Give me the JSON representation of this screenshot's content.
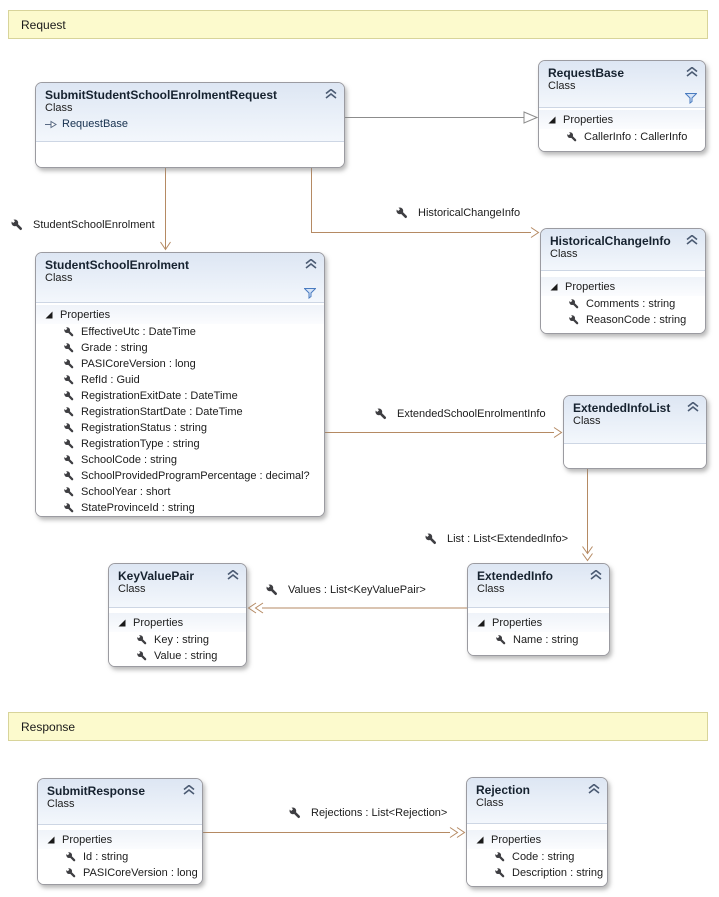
{
  "bands": {
    "request": "Request",
    "response": "Response"
  },
  "labels": {
    "properties": "Properties"
  },
  "classes": {
    "submitRequest": {
      "title": "SubmitStudentSchoolEnrolmentRequest",
      "kind": "Class",
      "inherits": "RequestBase"
    },
    "requestBase": {
      "title": "RequestBase",
      "kind": "Class",
      "properties": [
        "CallerInfo : CallerInfo"
      ]
    },
    "historicalChangeInfo": {
      "title": "HistoricalChangeInfo",
      "kind": "Class",
      "properties": [
        "Comments : string",
        "ReasonCode : string"
      ]
    },
    "studentSchoolEnrolment": {
      "title": "StudentSchoolEnrolment",
      "kind": "Class",
      "properties": [
        "EffectiveUtc : DateTime",
        "Grade : string",
        "PASICoreVersion : long",
        "RefId : Guid",
        "RegistrationExitDate : DateTime",
        "RegistrationStartDate : DateTime",
        "RegistrationStatus : string",
        "RegistrationType : string",
        "SchoolCode : string",
        "SchoolProvidedProgramPercentage : decimal?",
        "SchoolYear : short",
        "StateProvinceId : string"
      ]
    },
    "extendedInfoList": {
      "title": "ExtendedInfoList",
      "kind": "Class"
    },
    "extendedInfo": {
      "title": "ExtendedInfo",
      "kind": "Class",
      "properties": [
        "Name : string"
      ]
    },
    "keyValuePair": {
      "title": "KeyValuePair",
      "kind": "Class",
      "properties": [
        "Key : string",
        "Value : string"
      ]
    },
    "submitResponse": {
      "title": "SubmitResponse",
      "kind": "Class",
      "properties": [
        "Id : string",
        "PASICoreVersion : long"
      ]
    },
    "rejection": {
      "title": "Rejection",
      "kind": "Class",
      "properties": [
        "Code : string",
        "Description : string"
      ]
    }
  },
  "connectors": {
    "studentSchoolEnrolment": "StudentSchoolEnrolment",
    "historicalChangeInfo": "HistoricalChangeInfo",
    "extendedSchoolEnrolmentInfo": "ExtendedSchoolEnrolmentInfo",
    "list": "List : List<ExtendedInfo>",
    "values": "Values : List<KeyValuePair>",
    "rejections": "Rejections : List<Rejection>"
  },
  "colors": {
    "association": "#b58a63",
    "inheritance": "#8c8c8c",
    "band_background": "#fcfacd",
    "header_gradient_top": "#dde6f3",
    "filter_icon_blue": "#4a7cc0"
  }
}
